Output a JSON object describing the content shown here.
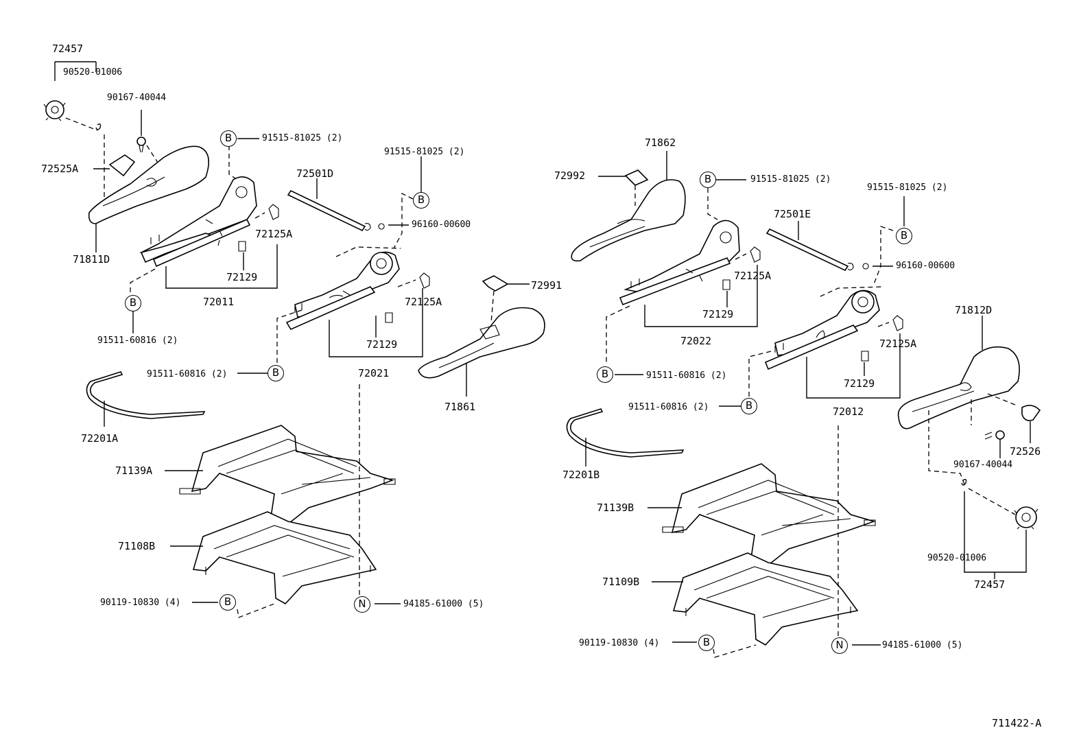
{
  "diagram_id": "711422-A",
  "circle_letters": {
    "bolt": "B",
    "nut": "N"
  },
  "left": {
    "knob_assy": "72457",
    "knob_screw": "90520-01006",
    "screw": "90167-40044",
    "cover": "72525A",
    "recliner_cover": "71811D",
    "bolt_upper": "91515-81025 (2)",
    "bolt_upper2": "91515-81025 (2)",
    "rod": "72501D",
    "clip": "96160-00600",
    "bracket_a": "72125A",
    "bracket_b": "72129",
    "adjuster_outer": "72011",
    "bolt_lower": "91511-60816 (2)",
    "bracket_a2": "72125A",
    "bracket_b2": "72129",
    "adjuster_inner": "72021",
    "bolt_lower2": "91511-60816 (2)",
    "hook": "72991",
    "cover_inner": "71861",
    "spring": "72201A",
    "frame_upper": "71139A",
    "frame_lower": "71108B",
    "frame_bolt": "90119-10830 (4)",
    "frame_nut": "94185-61000 (5)"
  },
  "right": {
    "hook": "72992",
    "cover_inner": "71862",
    "bolt_upper": "91515-81025 (2)",
    "bolt_upper2": "91515-81025 (2)",
    "rod": "72501E",
    "clip": "96160-00600",
    "bracket_a": "72125A",
    "bracket_b": "72129",
    "adjuster_outer": "72022",
    "bolt_lower": "91511-60816 (2)",
    "bracket_a2": "72125A",
    "bracket_b2": "72129",
    "adjuster_inner": "72012",
    "bolt_lower2": "91511-60816 (2)",
    "recliner_cover": "71812D",
    "cover": "72526",
    "screw": "90167-40044",
    "spring": "72201B",
    "frame_upper": "71139B",
    "frame_lower": "71109B",
    "knob_screw": "90520-01006",
    "knob_assy": "72457",
    "frame_bolt": "90119-10830 (4)",
    "frame_nut": "94185-61000 (5)"
  }
}
